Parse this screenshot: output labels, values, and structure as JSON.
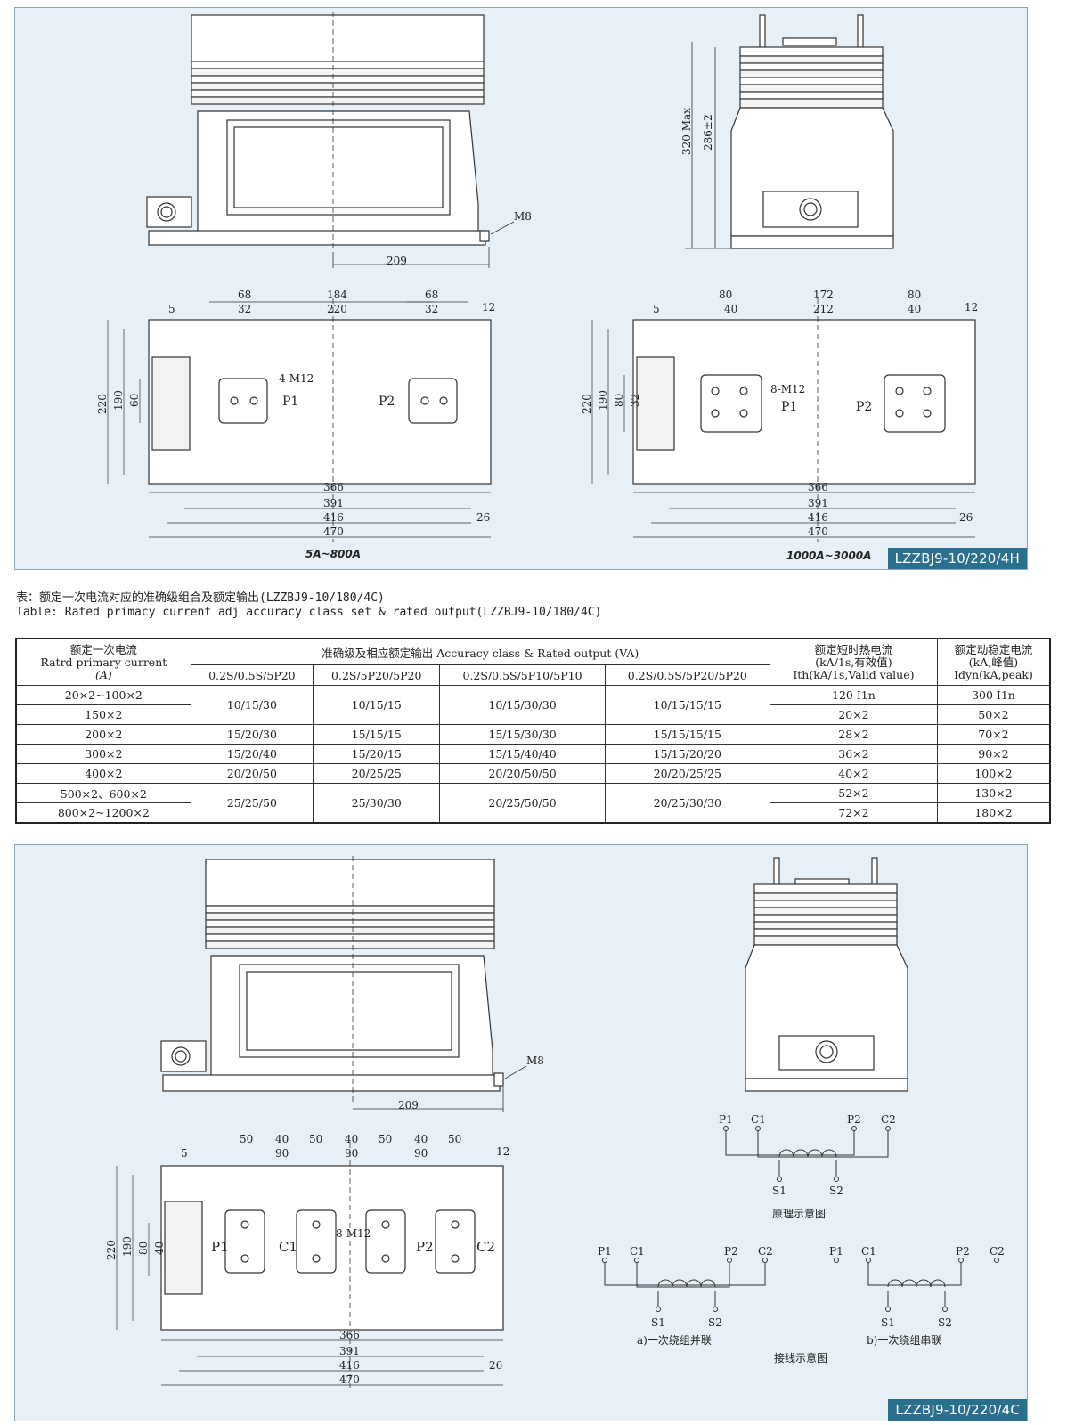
{
  "panel1": {
    "model_badge": "LZZBJ9-10/220/4H",
    "caption_left": "5A~800A",
    "caption_right": "1000A~3000A",
    "side_view": {
      "dim_height_max": "320 Max",
      "dim_height_286": "286±2"
    },
    "front_view": {
      "dim_209": "209",
      "label_m8": "M8"
    },
    "plan_left": {
      "dims_top": [
        "68",
        "184",
        "68"
      ],
      "dims_mid": [
        "5",
        "32",
        "220",
        "32",
        "12"
      ],
      "dims_left": [
        "220",
        "190",
        "60"
      ],
      "dims_bottom": [
        "366",
        "391",
        "416",
        "470",
        "26"
      ],
      "bolt_label": "4-M12",
      "p1": "P1",
      "p2": "P2"
    },
    "plan_right": {
      "dims_top": [
        "80",
        "172",
        "80"
      ],
      "dims_mid": [
        "5",
        "40",
        "212",
        "40",
        "12"
      ],
      "dims_left": [
        "220",
        "190",
        "80",
        "32"
      ],
      "dims_bottom": [
        "366",
        "391",
        "416",
        "470",
        "26"
      ],
      "bolt_label": "8-M12",
      "p1": "P1",
      "p2": "P2"
    }
  },
  "table": {
    "caption_cn": "表：额定一次电流对应的准确级组合及额定输出(LZZBJ9-10/180/4C)",
    "caption_en": "Table: Rated primacy current adj accuracy class set & rated output(LZZBJ9-10/180/4C)",
    "header": {
      "col1_cn": "额定一次电流",
      "col1_en": "Ratrd primary current",
      "col1_unit": "(A)",
      "group": "准确级及相应额定输出 Accuracy class & Rated output (VA)",
      "sub": [
        "0.2S/0.5S/5P20",
        "0.2S/5P20/5P20",
        "0.2S/0.5S/5P10/5P10",
        "0.2S/0.5S/5P20/5P20"
      ],
      "thermal_cn": "额定短时热电流",
      "thermal_cn2": "(kA/1s,有效值)",
      "thermal_en": "Ith(kA/1s,Valid value)",
      "dynamic_cn": "额定动稳定电流",
      "dynamic_cn2": "(kA,峰值)",
      "dynamic_en": "Idyn(kA,peak)"
    },
    "rows": [
      {
        "current": "20×2~100×2",
        "thermal": "120 I1n",
        "dynamic": "300 I1n"
      },
      {
        "current": "150×2",
        "thermal": "20×2",
        "dynamic": "50×2"
      },
      {
        "current": "200×2",
        "thermal": "28×2",
        "dynamic": "70×2"
      },
      {
        "current": "300×2",
        "thermal": "36×2",
        "dynamic": "90×2"
      },
      {
        "current": "400×2",
        "thermal": "40×2",
        "dynamic": "100×2"
      },
      {
        "current": "500×2、600×2",
        "thermal": "52×2",
        "dynamic": "130×2"
      },
      {
        "current": "800×2~1200×2",
        "thermal": "72×2",
        "dynamic": "180×2"
      }
    ],
    "groups": [
      {
        "values": [
          "10/15/30",
          "10/15/15",
          "10/15/30/30",
          "10/15/15/15"
        ]
      },
      {
        "values": [
          "15/20/30",
          "15/15/15",
          "15/15/30/30",
          "15/15/15/15"
        ]
      },
      {
        "values": [
          "15/20/40",
          "15/20/15",
          "15/15/40/40",
          "15/15/20/20"
        ]
      },
      {
        "values": [
          "20/20/50",
          "20/25/25",
          "20/20/50/50",
          "20/20/25/25"
        ]
      },
      {
        "values": [
          "25/25/50",
          "25/30/30",
          "20/25/50/50",
          "20/25/30/30"
        ]
      }
    ]
  },
  "panel2": {
    "model_badge": "LZZBJ9-10/220/4C",
    "front_view": {
      "dim_209": "209",
      "label_m8": "M8"
    },
    "plan": {
      "dims_top": [
        "50",
        "40",
        "50",
        "40",
        "50",
        "40",
        "50"
      ],
      "dims_mid": [
        "5",
        "90",
        "90",
        "90",
        "12"
      ],
      "dims_left": [
        "220",
        "190",
        "80",
        "40"
      ],
      "dims_bottom": [
        "366",
        "391",
        "416",
        "470",
        "26"
      ],
      "bolt_label": "8-M12",
      "terminals": [
        "P1",
        "C1",
        "P2",
        "C2"
      ]
    },
    "schematic": {
      "title": "原理示意图",
      "terminals": [
        "P1",
        "C1",
        "P2",
        "C2"
      ],
      "secondary": [
        "S1",
        "S2"
      ]
    },
    "wiring": {
      "title": "接线示意图",
      "parallel_label": "a)一次绕组并联",
      "series_label": "b)一次绕组串联"
    }
  }
}
